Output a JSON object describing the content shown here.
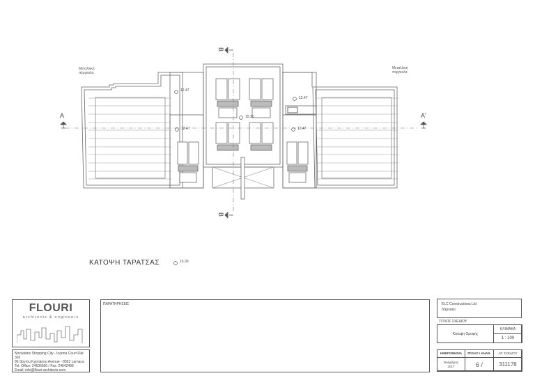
{
  "drawing": {
    "plan_title": "ΚΑΤΟΨΗ ΤΑΡΑΤΣΑΣ",
    "plan_title_level": "15.30",
    "pergola_label_left": "Μεταλλική\nπέργκολα",
    "pergola_label_right": "Μεταλλική\nπέργκολα",
    "section_a_left": "A",
    "section_a_right": "A'",
    "section_b_top": "B",
    "section_b_bottom": "B",
    "levels": [
      "12.47",
      "12.47",
      "15.30",
      "12.47",
      "12.47"
    ]
  },
  "title_block": {
    "firm": {
      "name": "FLOURI",
      "tagline": "architects & engineers",
      "address_line1": "Nicolaides Shopping City - Ioanna Court Flat 302",
      "address_line2": "86 Spyrou Kyprianou Avenue - 8052 Larnaca",
      "phone_line": "Tel. Office: 24636600  /  Fax: 24642499",
      "email_line": "Email: info@flouri-architects.com"
    },
    "remarks_label": "ΠΑΡΑΤΗΡΗΣΕΙΣ",
    "client_line1": "ELC Constructions Ltd",
    "client_line2": "Λάρνακα",
    "drawing_title_label": "ΤΙΤΛΟΣ ΣΧΕΔΙΟΥ",
    "drawing_title": "Κάτοψη Οροφής",
    "scale_label": "ΚΛΙΜΑΚΑ",
    "scale_value": "1 : 100",
    "date_label": "ΗΜΕΡΟΜΗΝΙΑ",
    "sheet_label": "ΦΥΛΛΟ / ΑΝΑΘ.",
    "drawing_no_label": "ΑΡ. ΣΧΕΔΙΟΥ",
    "date_value": "Νοέμβριος\n2017",
    "sheet_value": "6 /",
    "drawing_no_value": "311178"
  }
}
